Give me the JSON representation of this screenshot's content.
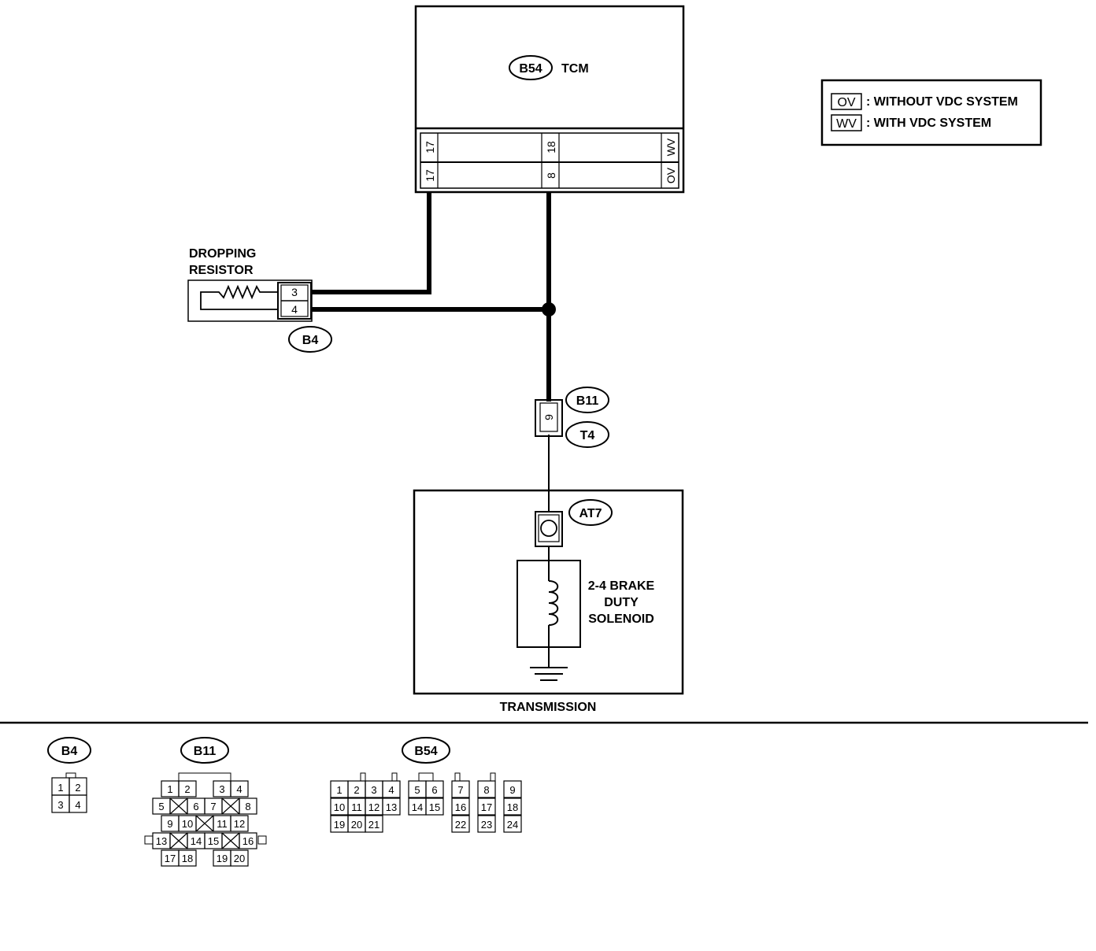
{
  "tcm": {
    "connector": "B54",
    "title": "TCM",
    "top_row": [
      "17",
      "18",
      "WV"
    ],
    "bottom_row": [
      "17",
      "8",
      "OV"
    ]
  },
  "legend": [
    {
      "code": "OV",
      "text": ": WITHOUT VDC SYSTEM"
    },
    {
      "code": "WV",
      "text": ": WITH VDC SYSTEM"
    }
  ],
  "resistor": {
    "title_line1": "DROPPING",
    "title_line2": "RESISTOR",
    "pins": [
      "3",
      "4"
    ],
    "connector": "B4"
  },
  "joint": {
    "pin": "9",
    "connector_top": "B11",
    "connector_bottom": "T4"
  },
  "transmission": {
    "label": "TRANSMISSION",
    "connector": "AT7",
    "solenoid_line1": "2-4 BRAKE",
    "solenoid_line2": "DUTY",
    "solenoid_line3": "SOLENOID"
  },
  "connectors": {
    "b4": {
      "name": "B4",
      "pins": [
        "1",
        "2",
        "3",
        "4"
      ]
    },
    "b11": {
      "name": "B11",
      "pins": [
        "1",
        "2",
        "3",
        "4",
        "5",
        "6",
        "7",
        "8",
        "9",
        "10",
        "11",
        "12",
        "13",
        "14",
        "15",
        "16",
        "17",
        "18",
        "19",
        "20"
      ]
    },
    "b54": {
      "name": "B54",
      "pins": [
        "1",
        "2",
        "3",
        "4",
        "5",
        "6",
        "7",
        "8",
        "9",
        "10",
        "11",
        "12",
        "13",
        "14",
        "15",
        "16",
        "17",
        "18",
        "19",
        "20",
        "21",
        "22",
        "23",
        "24"
      ]
    }
  }
}
